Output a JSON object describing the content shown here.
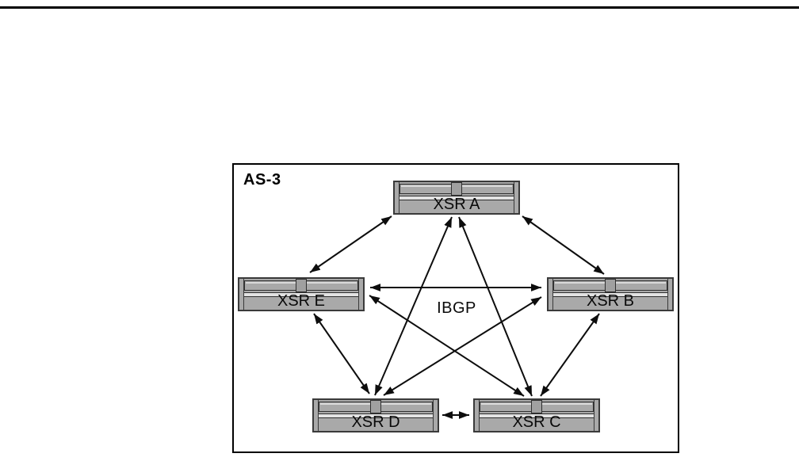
{
  "figure": {
    "as_label": "AS-3",
    "protocol_label": "IBGP",
    "routers": [
      {
        "id": "xsr-a",
        "label": "XSR A"
      },
      {
        "id": "xsr-e",
        "label": "XSR E"
      },
      {
        "id": "xsr-b",
        "label": "XSR B"
      },
      {
        "id": "xsr-d",
        "label": "XSR D"
      },
      {
        "id": "xsr-c",
        "label": "XSR C"
      }
    ],
    "links": [
      {
        "from": "XSR E",
        "to": "XSR A",
        "style": "bidirectional-arrow"
      },
      {
        "from": "XSR A",
        "to": "XSR B",
        "style": "bidirectional-arrow"
      },
      {
        "from": "XSR E",
        "to": "XSR B",
        "style": "bidirectional-arrow"
      },
      {
        "from": "XSR A",
        "to": "XSR D",
        "style": "bidirectional-arrow"
      },
      {
        "from": "XSR A",
        "to": "XSR C",
        "style": "bidirectional-arrow"
      },
      {
        "from": "XSR E",
        "to": "XSR C",
        "style": "bidirectional-arrow"
      },
      {
        "from": "XSR B",
        "to": "XSR D",
        "style": "bidirectional-arrow"
      },
      {
        "from": "XSR E",
        "to": "XSR D",
        "style": "bidirectional-arrow"
      },
      {
        "from": "XSR B",
        "to": "XSR C",
        "style": "bidirectional-arrow"
      },
      {
        "from": "XSR D",
        "to": "XSR C",
        "style": "bidirectional-arrow"
      }
    ],
    "colors": {
      "chassis": "#a9a9a9",
      "chassis_border": "#3a3a3a",
      "groove_highlight": "#e3e3e3",
      "arrow": "#0d0d0d",
      "frame_border": "#000000"
    }
  }
}
